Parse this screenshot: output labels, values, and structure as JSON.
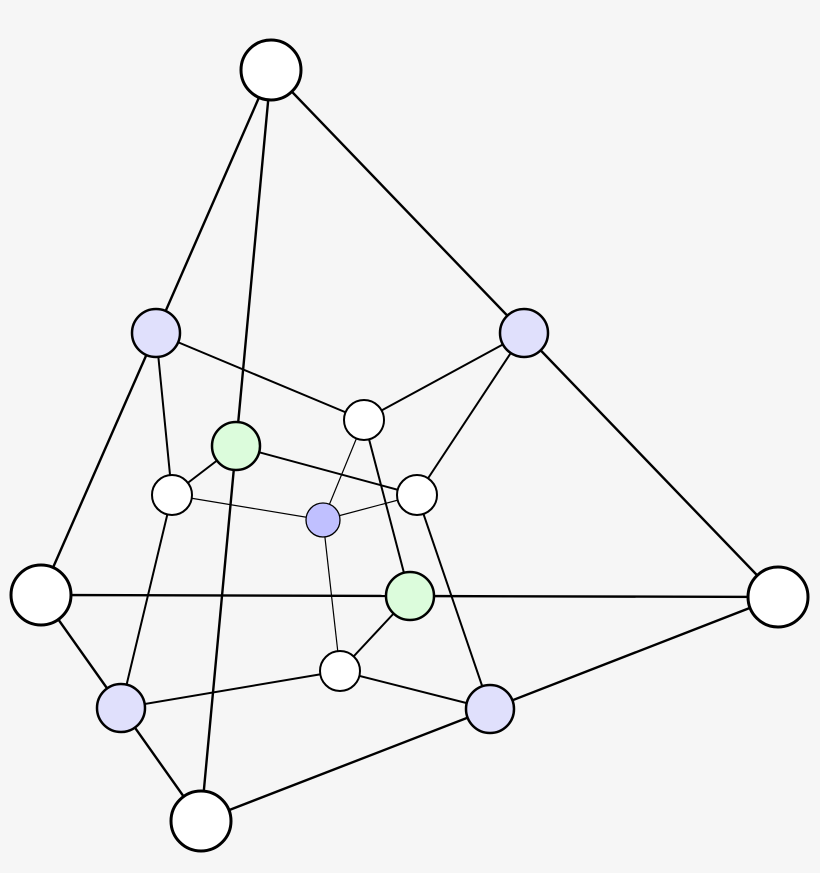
{
  "diagram": {
    "type": "graph",
    "background": "#f6f6f6",
    "colors": {
      "white": "#ffffff",
      "lavender": "#e0e0fc",
      "green": "#dcfcdc",
      "blue": "#c0c0ff",
      "stroke": "#000000"
    },
    "nodes": [
      {
        "id": "A",
        "color": "white"
      },
      {
        "id": "B",
        "color": "lavender"
      },
      {
        "id": "C",
        "color": "lavender"
      },
      {
        "id": "D",
        "color": "white"
      },
      {
        "id": "E",
        "color": "green"
      },
      {
        "id": "F",
        "color": "white"
      },
      {
        "id": "G",
        "color": "white"
      },
      {
        "id": "H",
        "color": "blue"
      },
      {
        "id": "I",
        "color": "white"
      },
      {
        "id": "J",
        "color": "green"
      },
      {
        "id": "K",
        "color": "white"
      },
      {
        "id": "L",
        "color": "white"
      },
      {
        "id": "M",
        "color": "lavender"
      },
      {
        "id": "N",
        "color": "lavender"
      },
      {
        "id": "O",
        "color": "white"
      }
    ],
    "edges": [
      [
        "A",
        "B"
      ],
      [
        "A",
        "C"
      ],
      [
        "A",
        "E"
      ],
      [
        "E",
        "O"
      ],
      [
        "B",
        "I"
      ],
      [
        "I",
        "M"
      ],
      [
        "M",
        "O"
      ],
      [
        "I",
        "J"
      ],
      [
        "J",
        "K"
      ],
      [
        "C",
        "K"
      ],
      [
        "K",
        "N"
      ],
      [
        "N",
        "O"
      ],
      [
        "B",
        "D"
      ],
      [
        "C",
        "D"
      ],
      [
        "B",
        "F"
      ],
      [
        "C",
        "G"
      ],
      [
        "E",
        "F"
      ],
      [
        "E",
        "G"
      ],
      [
        "D",
        "J"
      ],
      [
        "F",
        "M"
      ],
      [
        "G",
        "N"
      ],
      [
        "J",
        "L"
      ],
      [
        "L",
        "M"
      ],
      [
        "L",
        "N"
      ],
      [
        "D",
        "H"
      ],
      [
        "F",
        "H"
      ],
      [
        "G",
        "H"
      ],
      [
        "H",
        "L"
      ]
    ]
  }
}
